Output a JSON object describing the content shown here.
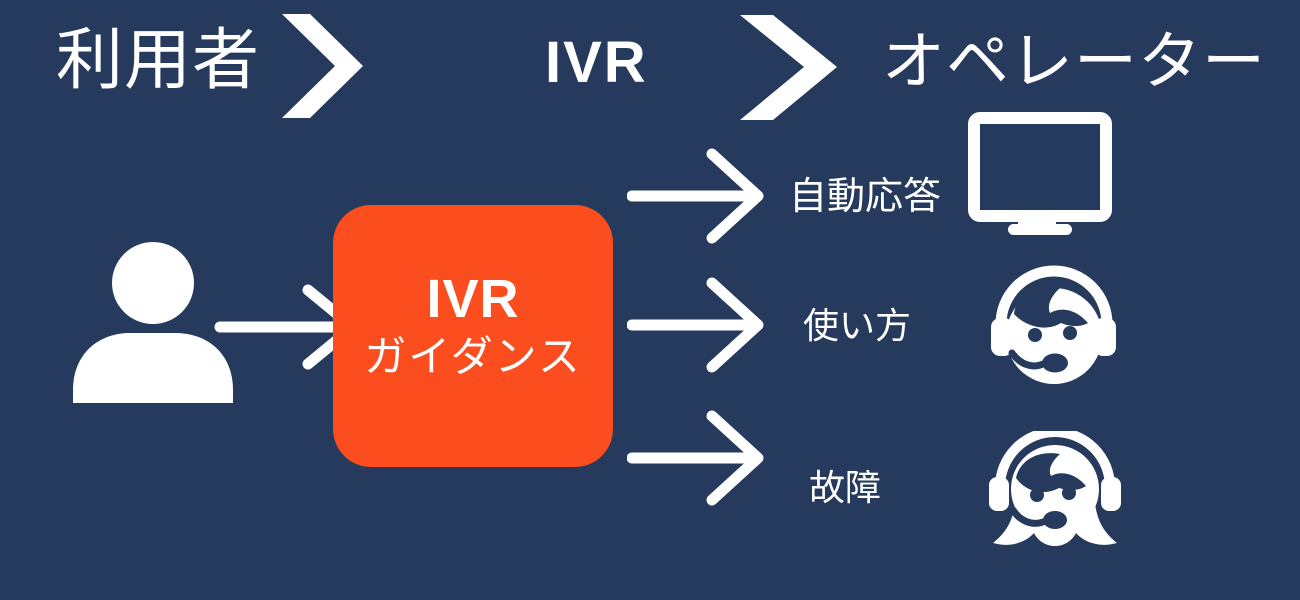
{
  "colors": {
    "background": "#253A5C",
    "box_orange": "#FB4D1E",
    "text_white": "#FFFFFF"
  },
  "header": {
    "stages": [
      {
        "label": "利用者"
      },
      {
        "label": "IVR"
      },
      {
        "label": "オペレーター"
      }
    ],
    "separator_icon": "chevron-right-icon"
  },
  "flow": {
    "caller_icon": "person-icon",
    "ivr_box": {
      "title": "IVR",
      "subtitle": "ガイダンス"
    },
    "branches": [
      {
        "label": "自動応答",
        "icon": "monitor-icon"
      },
      {
        "label": "使い方",
        "icon": "operator-headset-icon"
      },
      {
        "label": "故障",
        "icon": "operator-headset-female-icon"
      }
    ]
  }
}
